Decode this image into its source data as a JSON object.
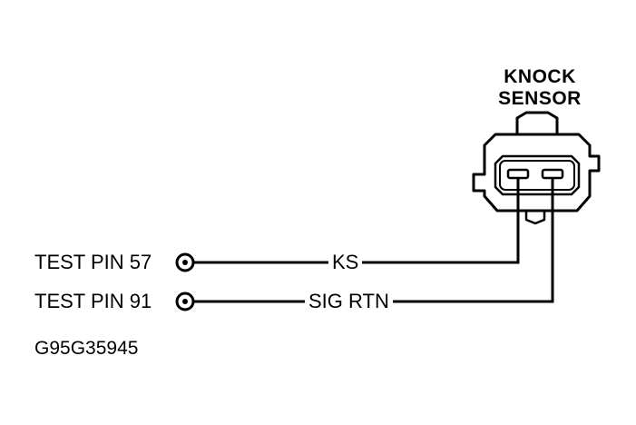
{
  "sensor": {
    "title_line1": "KNOCK",
    "title_line2": "SENSOR"
  },
  "pins": [
    {
      "label": "TEST PIN 57",
      "wire": "KS"
    },
    {
      "label": "TEST PIN 91",
      "wire": "SIG RTN"
    }
  ],
  "figure_id": "G95G35945",
  "colors": {
    "line": "#000000",
    "background": "#ffffff"
  }
}
